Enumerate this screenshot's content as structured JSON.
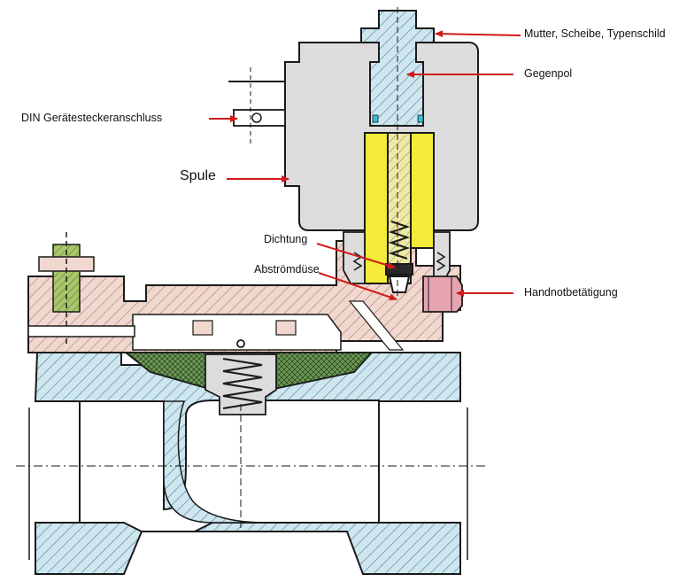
{
  "labels": {
    "mutter": "Mutter, Scheibe, Typenschild",
    "gegenpol": "Gegenpol",
    "din": "DIN Gerätesteckeranschluss",
    "spule": "Spule",
    "dichtung": "Dichtung",
    "abstroemduese": "Abströmdüse",
    "handnot": "Handnotbetätigung"
  },
  "colors": {
    "body_blue": "#cfe6ee",
    "bonnet_pink": "#f0d8cf",
    "coil_gray": "#dcdcdc",
    "core_yellow": "#f3ea3a",
    "membrane_green": "#6f9a57",
    "pilot_green": "#a8c66c",
    "button_pink": "#e6a4b0",
    "arrow_red": "#d11a1a",
    "outline": "#1a1a1a"
  }
}
